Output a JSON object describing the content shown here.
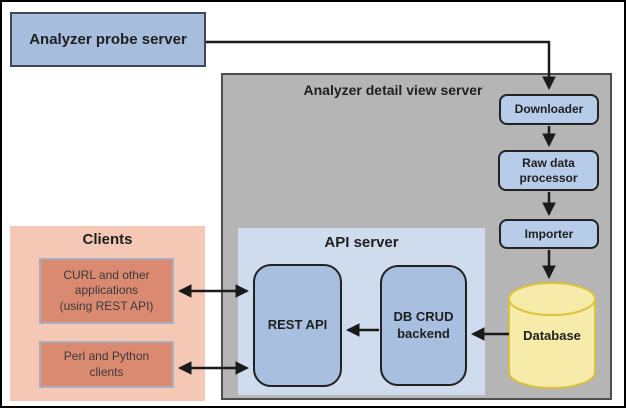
{
  "diagram": {
    "probe_server": "Analyzer probe server",
    "detail_server": {
      "title": "Analyzer detail view server",
      "downloader": "Downloader",
      "raw_data_processor": "Raw data\nprocessor",
      "importer": "Importer",
      "database": "Database",
      "api_server": {
        "title": "API server",
        "rest_api": "REST API",
        "db_crud_backend": "DB CRUD\nbackend"
      }
    },
    "clients": {
      "title": "Clients",
      "curl": "CURL and other\napplications\n(using REST API)",
      "perl": "Perl and Python\nclients"
    }
  },
  "colors": {
    "probe_server_fill": "#a6bdde",
    "node_fill": "#b7cce8",
    "inner_node_fill": "#a8bfe0",
    "detail_panel_fill": "#b5b5b5",
    "api_panel_fill": "#cfdcee",
    "clients_panel_fill": "#f5c8b6",
    "client_box_fill": "#da8a71",
    "client_box_border": "#a9afbd",
    "database_fill": "#f6eba8",
    "database_border": "#dbc23e",
    "arrow": "#1a1a1a",
    "text": "#1f1f1f"
  }
}
